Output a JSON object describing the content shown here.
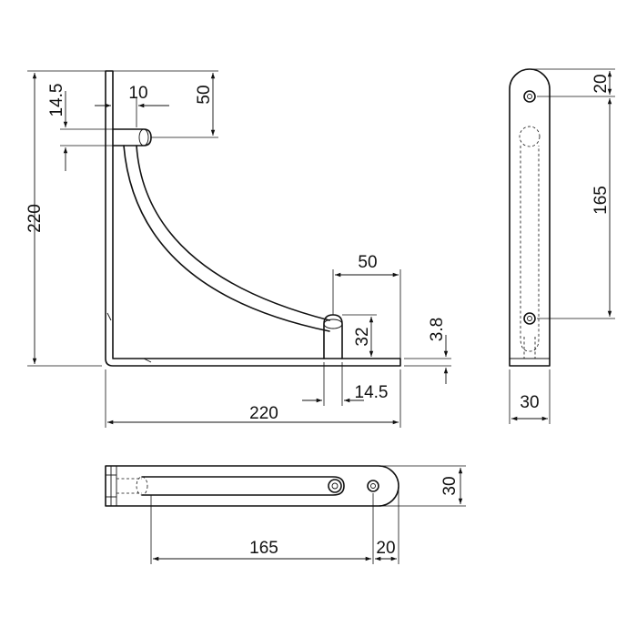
{
  "drawing": {
    "side_view": {
      "dims": {
        "height_total": "220",
        "width_total": "220",
        "pin_top_offset": "14.5",
        "pin_top_width": "10",
        "pin_top_depth": "50",
        "pin_bottom_width": "50",
        "pin_bottom_height": "32",
        "pin_bottom_offset": "14.5",
        "plate_thickness": "3.8"
      }
    },
    "front_view": {
      "dims": {
        "top_hole": "20",
        "hole_spacing": "165",
        "width": "30"
      }
    },
    "top_view": {
      "dims": {
        "width": "30",
        "hole_spacing": "165",
        "end_hole": "20"
      }
    }
  }
}
